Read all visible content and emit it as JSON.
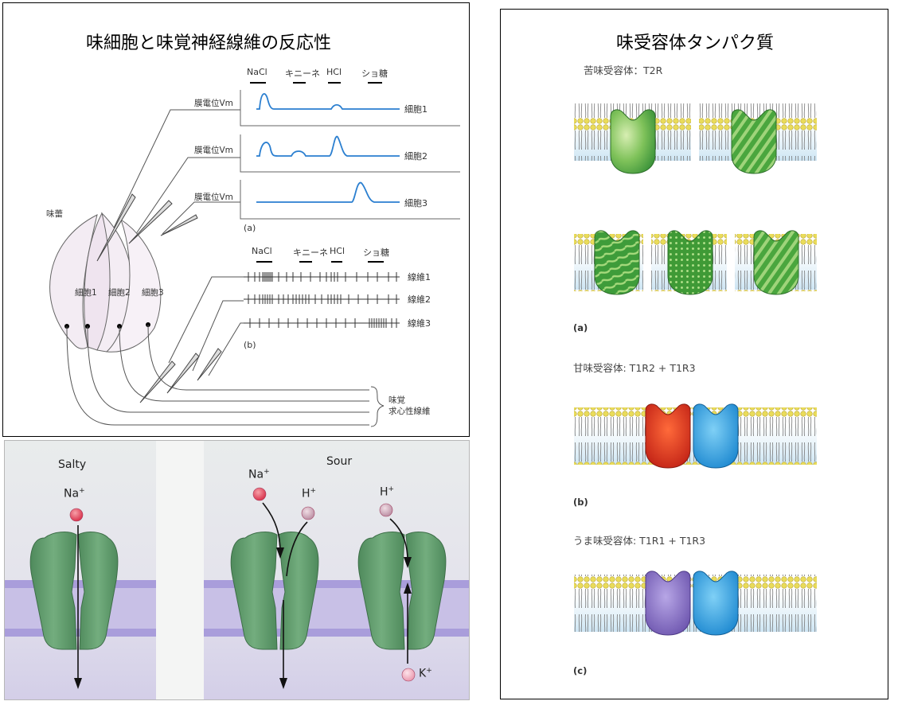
{
  "taste_panel": {
    "title": "味細胞と味覚神経線維の反応性",
    "stimuli_top": [
      "NaCl",
      "キニーネ",
      "HCl",
      "ショ糖"
    ],
    "stimuli_bottom": [
      "NaCl",
      "キニーネ",
      "HCl",
      "ショ糖"
    ],
    "membrane_label": "膜電位Vm",
    "cells": [
      "細胞1",
      "細胞2",
      "細胞3"
    ],
    "fibers": [
      "線維1",
      "線維2",
      "線維3"
    ],
    "part_a": "(a)",
    "part_b": "(b)",
    "taste_bud": "味蕾",
    "bud_cells": [
      "細胞1",
      "細胞2",
      "細胞3"
    ],
    "afferent_line1": "味覚",
    "afferent_line2": "求心性線維",
    "colors": {
      "trace": "#2b7fd0",
      "line": "#555555"
    }
  },
  "channel_panel": {
    "salty_label": "Salty",
    "sour_label": "Sour",
    "ions": {
      "na": "Na",
      "h": "H",
      "k": "K",
      "charge": "+"
    },
    "colors": {
      "channel": "#5f9a6a",
      "membrane": "#a89bd6",
      "na_ion": "#e0304a",
      "h_ion": "#c9a0b4",
      "k_ion": "#f1a8b8"
    }
  },
  "receptor_panel": {
    "title": "味受容体タンパク質",
    "bitter_label": "苦味受容体：T2R",
    "sweet_label": "甘味受容体: T1R2 + T1R3",
    "umami_label": "うま味受容体: T1R1 + T1R3",
    "part_a": "(a)",
    "part_b": "(b)",
    "part_c": "(c)",
    "colors": {
      "bitter": "#5fb84a",
      "t1r2": "#d8321f",
      "t1r3": "#2a9ee0",
      "t1r1": "#8a6fc2",
      "lipid_head": "#e9d34a"
    }
  }
}
